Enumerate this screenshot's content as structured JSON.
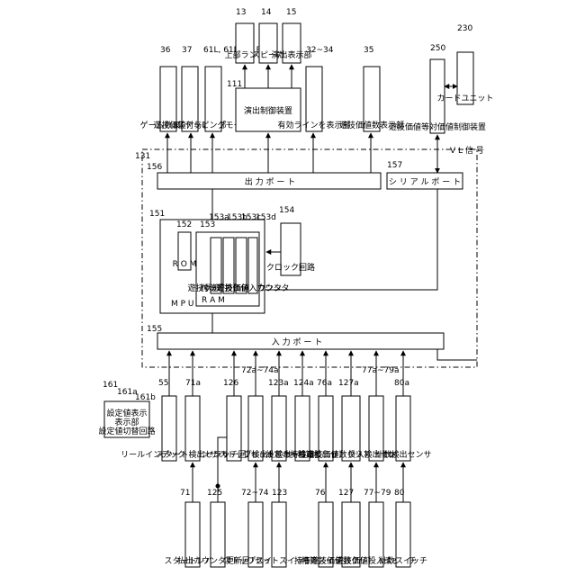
{
  "ref_numbers": {
    "main_unit": "131",
    "output_port": "156",
    "serial_port": "157",
    "mpu_block": "151",
    "rom_ref": "152",
    "ram_ref": "153",
    "ram_a": "153a",
    "ram_b": "153b",
    "ram_c": "153c",
    "ram_d": "153d",
    "clock_ref": "154",
    "input_port": "155",
    "game_display": "36",
    "payout_display": "37",
    "stepping_motor": "61L, 61M, 61R",
    "effect_control": "111",
    "upper_lamp": "13",
    "speaker": "14",
    "effect_display": "15",
    "payline_display": "32~34",
    "credit_display": "35",
    "card_unit": "230",
    "vl_device": "250",
    "settings_display": "161",
    "settings_a": "161a",
    "settings_b": "161b",
    "start_lever": "71",
    "start_sensor": "71a",
    "reel_index": "55",
    "reset_count_sw": "125",
    "latch": "126",
    "stop_switch": "72~74",
    "stop_sensor": "72a~74a",
    "reset_switch": "123",
    "reset_sensor": "123a",
    "setting_key_sensor": "124a",
    "bet_switch": "76",
    "bet_sensor": "76a",
    "credit_clear_switch": "127",
    "credit_clear_sensor": "127a",
    "medal_insert_switch": "77~79",
    "medal_insert_sensor": "77a~79a",
    "payout_switch": "80",
    "payout_sensor": "80a"
  },
  "labels": {
    "output_port": "出 力 ポ ー ト",
    "serial_port": "シ リ ア ル ポ ー ト",
    "mpu": "M P U",
    "rom": "R O M",
    "ram": "R A M",
    "ram_a": "遊技状態メモリ",
    "ram_b": "ベットカウンタ",
    "ram_c": "付与遊技価値カウンタ",
    "ram_d": "遊技価値入カウンタ",
    "clock": "クロック回路",
    "input_port": "入 力 ポ ー ト",
    "game_display": "ゲーム数表示部",
    "payout_display": "遊技価値付与表示部",
    "stepping_motor": "ステッピングモータ",
    "effect_control": "演出制御装置",
    "upper_lamp": "上部ランプ",
    "speaker": "スピーカ",
    "effect_display": "演出表示部",
    "payline_display": "有効ラインを表示部",
    "credit_display": "遊技価値数表示部",
    "card_unit": "カードユニット",
    "vl_device": "遊技価値等対価値制御装置",
    "vl_signal": "V L 信 号",
    "settings_title": "設定値表示",
    "settings_a": "表示部",
    "settings_b": "設定値切替回路",
    "start_lever": "スタートレバー",
    "start_sensor": "スタート検出センサ",
    "reel_index": "リールインデックスセンサ",
    "reset_count_sw": "払出カウンタ更新回路",
    "latch": "ラッチ回路",
    "stop_switch": "ストップスイッチ",
    "stop_sensor": "ストップ検出センサ",
    "reset_switch": "リセットスイッチ",
    "reset_sensor": "リセット検出センサ",
    "setting_key_sensor": "設定キー検出センサ",
    "bet_switch": "精算スイッチ",
    "bet_sensor": "精算検出センサ",
    "credit_clear_switch": "持ち遊技価値数クリアスイッチ",
    "credit_clear_sensor": "持ち遊技価値数クリア検出センサ",
    "medal_insert_switch": "遊技価値投入スイッチ",
    "medal_insert_sensor": "投入検出センサ",
    "payout_switch": "計数スイッチ",
    "payout_sensor": "計数検出センサ"
  }
}
